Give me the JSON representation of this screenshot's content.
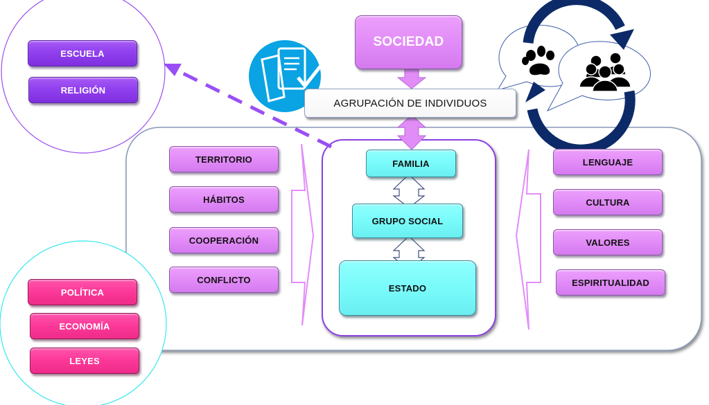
{
  "colors": {
    "violet": "#9140ee",
    "lilac": "#e28cf8",
    "pink": "#fb3797",
    "cyan": "#79fbfb",
    "navy": "#0d2a68",
    "icon_blue": "#0aa3e3",
    "dashed_arrow": "#9a4ef5"
  },
  "top": {
    "sociedad": "SOCIEDAD",
    "agrupacion": "AGRUPACIÓN DE INDIVIDUOS"
  },
  "institutions_circle": {
    "items": [
      "ESCUELA",
      "RELIGIÓN"
    ]
  },
  "public_circle": {
    "items": [
      "POLÍTICA",
      "ECONOMÍA",
      "LEYES"
    ]
  },
  "left_column": {
    "items": [
      "TERRITORIO",
      "HÁBITOS",
      "COOPERACIÓN",
      "CONFLICTO"
    ]
  },
  "center_column": {
    "items": [
      "FAMILIA",
      "GRUPO SOCIAL",
      "ESTADO"
    ]
  },
  "right_column": {
    "items": [
      "LENGUAJE",
      "CULTURA",
      "VALORES",
      "ESPIRITUALIDAD"
    ]
  },
  "icons": {
    "document_check": "document-check-icon",
    "paw": "paw-print-icon",
    "people": "group-people-icon",
    "cycle": "cycle-arrows-icon"
  }
}
